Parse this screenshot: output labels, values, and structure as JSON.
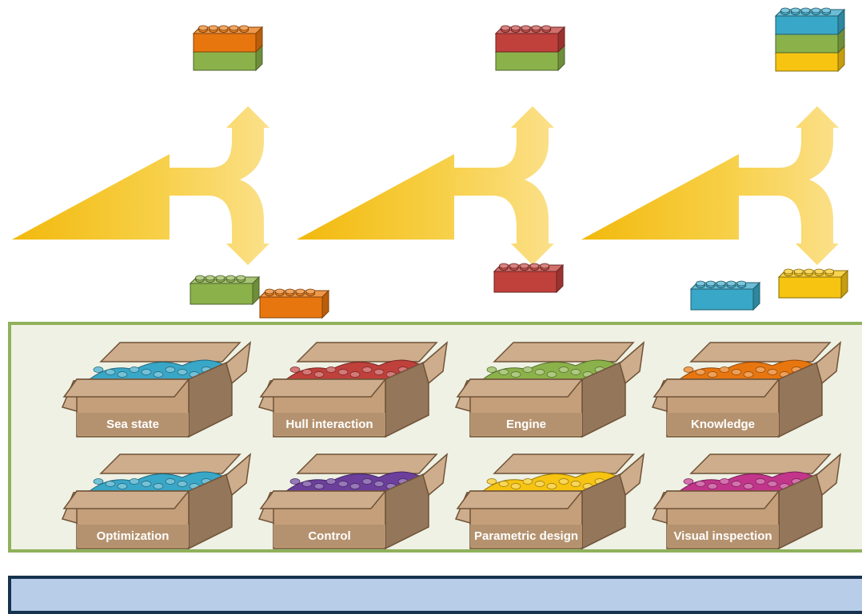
{
  "colors": {
    "orange": "#e8760f",
    "green": "#8bb24a",
    "red": "#c0403c",
    "blue": "#39a7c7",
    "yellow": "#f6c411",
    "purple": "#6b3f9b",
    "magenta": "#c2358b",
    "arrow": "#f8cf4f",
    "panel_bg": "#eef1e4",
    "panel_border": "#8fb15a",
    "bar_fill": "#b8cde8",
    "bar_border": "#17324f",
    "box": "#c59f79"
  },
  "stations": [
    {
      "name": "station-1",
      "output_stack": [
        "orange",
        "green"
      ],
      "inputs": [
        "green",
        "orange"
      ]
    },
    {
      "name": "station-2",
      "output_stack": [
        "red",
        "green"
      ],
      "inputs": [
        "red"
      ]
    },
    {
      "name": "station-3",
      "output_stack": [
        "blue",
        "green",
        "yellow"
      ],
      "inputs": [
        "blue",
        "yellow"
      ]
    }
  ],
  "boxes": [
    {
      "label": "Sea state",
      "color": "blue"
    },
    {
      "label": "Hull interaction",
      "color": "red"
    },
    {
      "label": "Engine",
      "color": "green"
    },
    {
      "label": "Knowledge",
      "color": "orange"
    },
    {
      "label": "Optimization",
      "color": "blue"
    },
    {
      "label": "Control",
      "color": "purple"
    },
    {
      "label": "Parametric design",
      "color": "yellow"
    },
    {
      "label": "Visual inspection",
      "color": "magenta"
    }
  ],
  "bottom_bar": {
    "text": ""
  }
}
